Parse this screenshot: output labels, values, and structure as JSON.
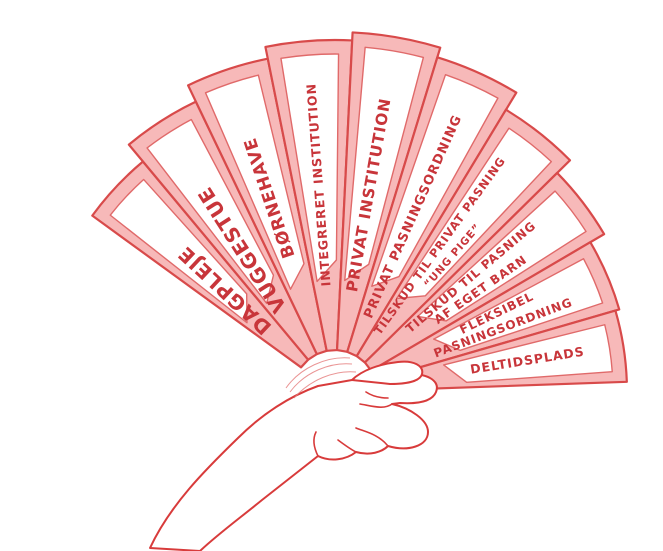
{
  "fan": {
    "blades": [
      {
        "label": "Dagpleje"
      },
      {
        "label": "Vuggestue"
      },
      {
        "label": "Børnehave"
      },
      {
        "label": "Integreret institution"
      },
      {
        "label": "Privat institution"
      },
      {
        "label": "Privat pasningsordning"
      },
      {
        "label": "Tilskud til privat pasning",
        "label2": "“ung pige”"
      },
      {
        "label": "Tilskud til pasning",
        "label2": "af eget barn"
      },
      {
        "label": "Fleksibel",
        "label2": "pasningsordning"
      },
      {
        "label": "Deltidsplads"
      }
    ]
  },
  "colors": {
    "stroke": "#d84a4a",
    "fill": "#f7b9b9",
    "text": "#c8353a"
  },
  "icons": {
    "hand": "hand-holding-fan-icon"
  }
}
